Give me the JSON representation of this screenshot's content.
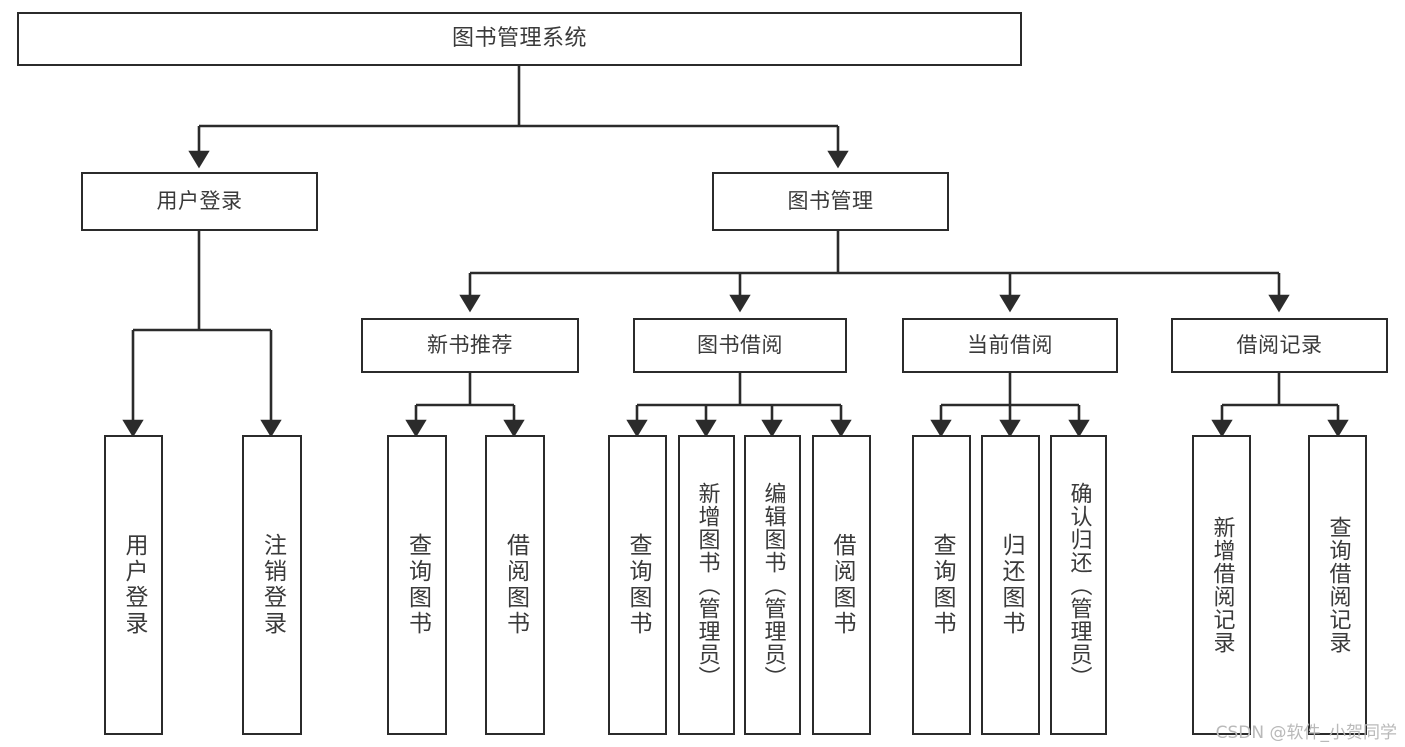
{
  "diagram": {
    "title": "图书管理系统",
    "type": "tree-hierarchy-chart",
    "watermark": "CSDN @软件_小贺同学",
    "colors": {
      "background": "#ffffff",
      "node_border": "#2b2b2b",
      "node_fill": "#ffffff",
      "text": "#3a3a3a",
      "edge": "#2b2b2b",
      "watermark": "#b9b9b9"
    },
    "nodes": {
      "root": {
        "label": "图书管理系统",
        "level": 0
      },
      "level1": [
        {
          "id": "user-login",
          "label": "用户登录",
          "level": 1
        },
        {
          "id": "book-manage",
          "label": "图书管理",
          "level": 1
        }
      ],
      "level2": [
        {
          "id": "new-book-recommend",
          "label": "新书推荐",
          "level": 2,
          "parent": "book-manage"
        },
        {
          "id": "book-borrow",
          "label": "图书借阅",
          "level": 2,
          "parent": "book-manage"
        },
        {
          "id": "current-borrow",
          "label": "当前借阅",
          "level": 2,
          "parent": "book-manage"
        },
        {
          "id": "borrow-record",
          "label": "借阅记录",
          "level": 2,
          "parent": "book-manage"
        }
      ],
      "leaves": [
        {
          "id": "leaf-user-login",
          "label": "用户登录",
          "parent": "user-login"
        },
        {
          "id": "leaf-logout-login",
          "label": "注销登录",
          "parent": "user-login"
        },
        {
          "id": "leaf-query-book-1",
          "label": "查询图书",
          "parent": "new-book-recommend"
        },
        {
          "id": "leaf-borrow-book-1",
          "label": "借阅图书",
          "parent": "new-book-recommend"
        },
        {
          "id": "leaf-query-book-2",
          "label": "查询图书",
          "parent": "book-borrow"
        },
        {
          "id": "leaf-add-book",
          "label": "新增图书（管理员）",
          "parent": "book-borrow"
        },
        {
          "id": "leaf-edit-book",
          "label": "编辑图书（管理员）",
          "parent": "book-borrow"
        },
        {
          "id": "leaf-borrow-book-2",
          "label": "借阅图书",
          "parent": "book-borrow"
        },
        {
          "id": "leaf-query-book-3",
          "label": "查询图书",
          "parent": "current-borrow"
        },
        {
          "id": "leaf-return-book",
          "label": "归还图书",
          "parent": "current-borrow"
        },
        {
          "id": "leaf-confirm-return",
          "label": "确认归还（管理员）",
          "parent": "current-borrow"
        },
        {
          "id": "leaf-add-record",
          "label": "新增借阅记录",
          "parent": "borrow-record"
        },
        {
          "id": "leaf-query-record",
          "label": "查询借阅记录",
          "parent": "borrow-record"
        }
      ]
    }
  }
}
